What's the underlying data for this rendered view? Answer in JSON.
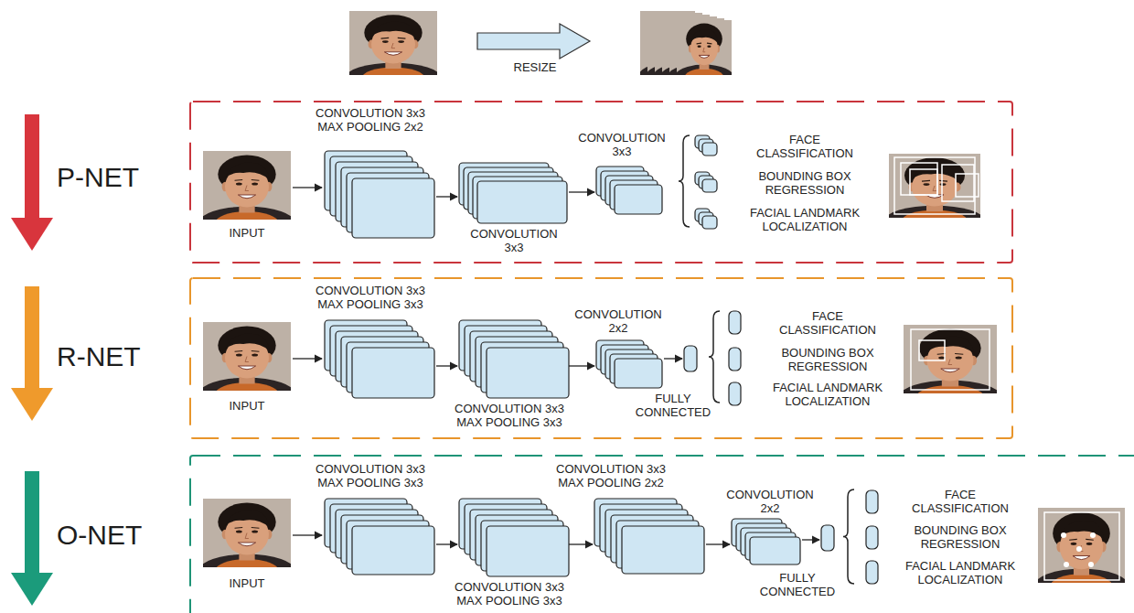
{
  "diagram": {
    "nodes": [
      {
        "text": [
          "P-NET"
        ]
      },
      {
        "text": [
          "R-NET"
        ]
      },
      {
        "text": [
          "O-NET"
        ]
      }
    ],
    "labels": [
      "RESIZE",
      "CONVOLUTION 3x3 MAX POOLING 2x2",
      "INPUT",
      "CONVOLUTION 3x3",
      "CONVOLUTION 3x3",
      "FACE CLASSIFICATION",
      "BOUNDING BOX REGRESSION",
      "FACIAL LANDMARK LOCALIZATION",
      "CONVOLUTION 3x3 MAX POOLING 3x3",
      "INPUT",
      "CONVOLUTION 3x3 MAX POOLING 3x3",
      "CONVOLUTION 2x2",
      "FULLY CONNECTED",
      "FACE CLASSIFICATION",
      "BOUNDING BOX REGRESSION",
      "FACIAL LANDMARK LOCALIZATION",
      "CONVOLUTION 3x3 MAX POOLING 3x3",
      "CONVOLUTION 3x3 MAX POOLING 2x2",
      "INPUT",
      "CONVOLUTION 3x3 MAX POOLING 3x3",
      "CONVOLUTION 2x2",
      "FULLY CONNECTED",
      "FACE CLASSIFICATION",
      "BOUNDING BOX REGRESSION",
      "FACIAL LANDMARK LOCALIZATION"
    ]
  }
}
